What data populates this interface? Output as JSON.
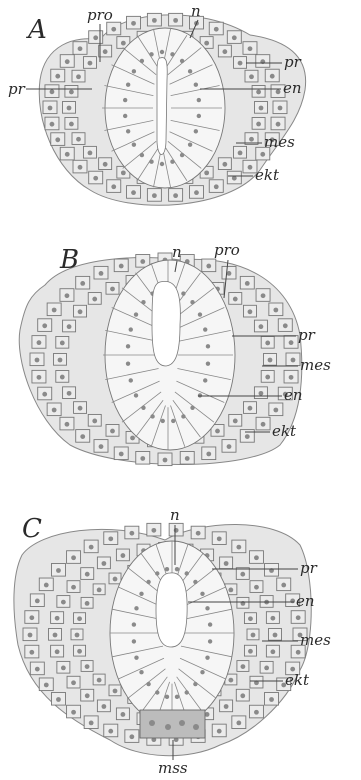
{
  "panels": [
    {
      "letter": "A",
      "labels": {
        "n": "n",
        "pro": "pro",
        "pr_left": "pr",
        "pr_right": "pr",
        "en": "en",
        "mes": "mes",
        "ekt": "ekt"
      }
    },
    {
      "letter": "B",
      "labels": {
        "n": "n",
        "pro": "pro",
        "pr": "pr",
        "mes": "mes",
        "en": "en",
        "ekt": "ekt"
      }
    },
    {
      "letter": "C",
      "labels": {
        "n": "n",
        "pr": "pr",
        "en": "en",
        "mes": "mes",
        "ekt": "ekt",
        "mss": "mss"
      }
    }
  ]
}
